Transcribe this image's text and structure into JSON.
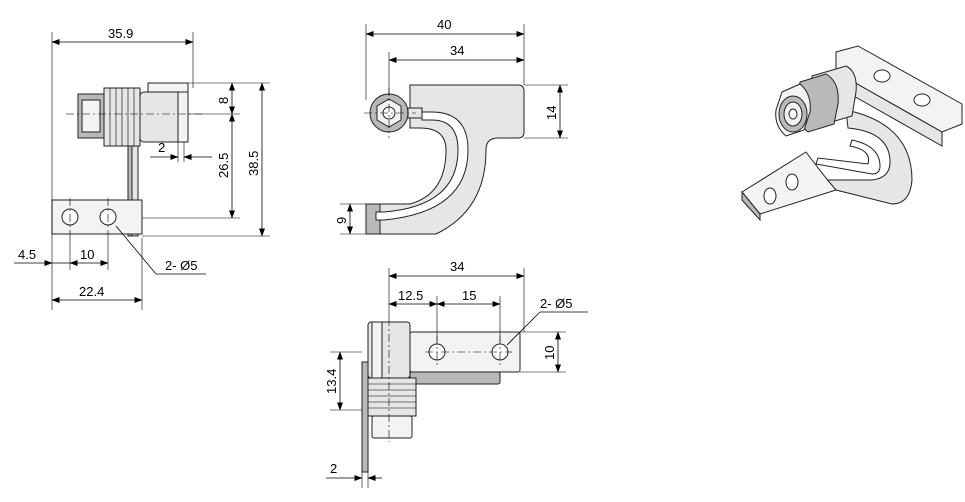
{
  "side_view": {
    "dim_width": "35.9",
    "dim_top": "8",
    "dim_gap": "2",
    "dim_mid": "26.5",
    "dim_height": "38.5",
    "dim_edge": "4.5",
    "dim_pitch": "10",
    "dim_holes": "2- Ø5",
    "dim_base": "22.4"
  },
  "front_view": {
    "dim_overall": "40",
    "dim_plate": "34",
    "dim_plate_height": "14",
    "dim_foot": "9"
  },
  "top_view": {
    "dim_overall": "34",
    "dim_offset": "12.5",
    "dim_pitch": "15",
    "dim_holes": "2- Ø5",
    "dim_plate_height": "10",
    "dim_body": "13.4",
    "dim_thickness": "2"
  },
  "colors": {
    "metal_light": "#f3f3f3",
    "metal_mid": "#e6e6e6",
    "metal_dark": "#b9b9b9",
    "line": "#000000"
  }
}
